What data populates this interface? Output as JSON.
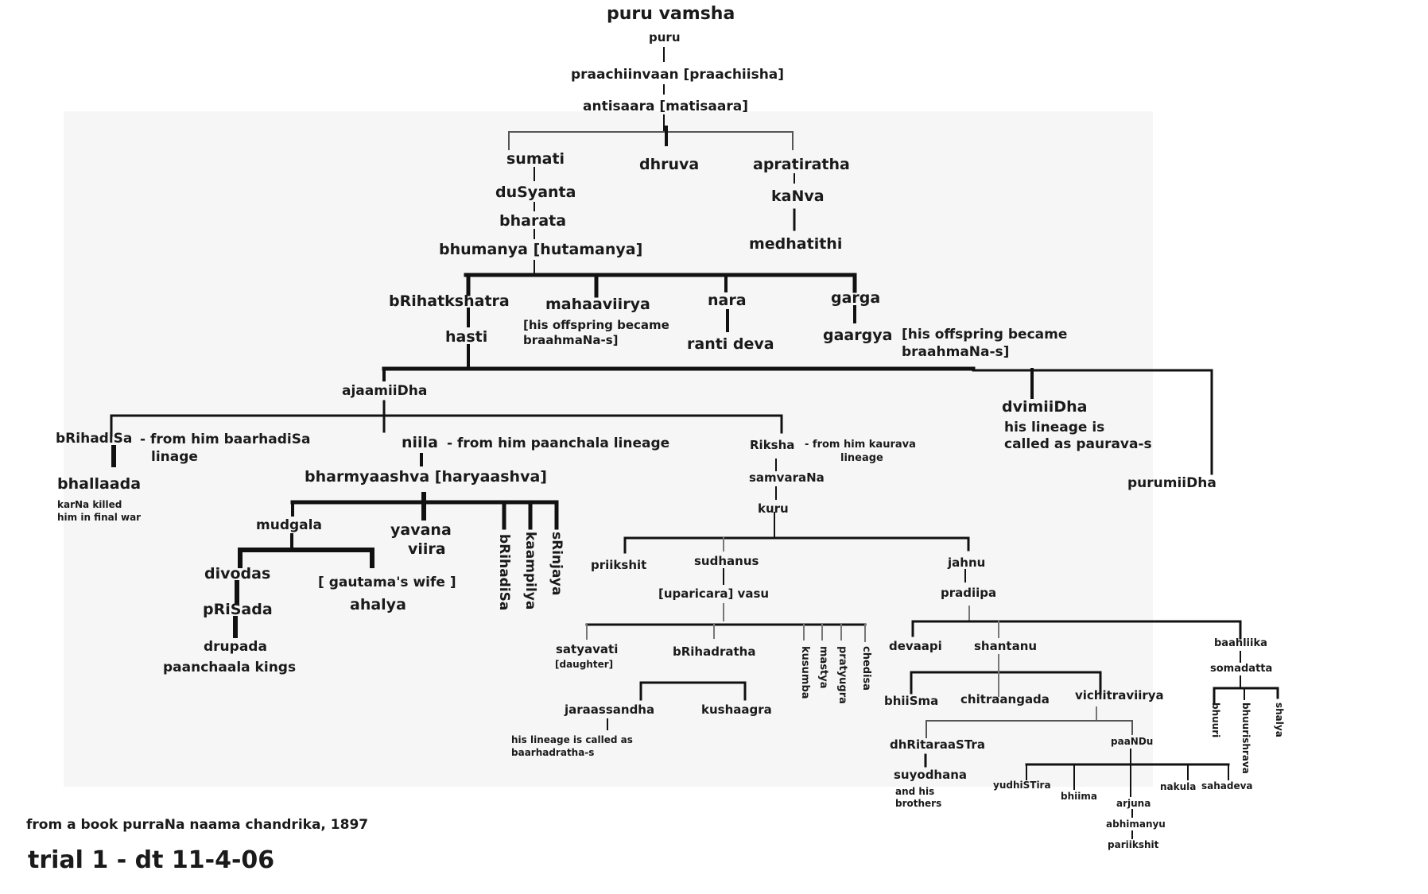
{
  "title": "puru vamsha",
  "nodes": {
    "puru": "puru",
    "praachiinvaan": "praachiinvaan [praachiisha]",
    "antisaara": "antisaara [matisaara]",
    "sumati": "sumati",
    "dhruva": "dhruva",
    "apratiratha": "apratiratha",
    "dusyanta": "duSyanta",
    "kanva": "kaNva",
    "bharata": "bharata",
    "medhatithi": "medhatithi",
    "bhumanya": "bhumanya [hutamanya]",
    "brihatkshatra": "bRihatkshatra",
    "mahaaviirya": "mahaaviirya",
    "nara": "nara",
    "garga": "garga",
    "hasti": "hasti",
    "ranti_deva": "ranti deva",
    "gaargya": "gaargya",
    "ajaamiidha": "ajaamiiDha",
    "dvimiidha": "dvimiiDha",
    "purumiidha": "purumiiDha",
    "brihadisa": "bRihadiSa",
    "niila": "niila",
    "riksha": "Riksha",
    "bhallaada": "bhallaada",
    "bharmyaashva": "bharmyaashva [haryaashva]",
    "samvarana": "samvaraNa",
    "kuru": "kuru",
    "mudgala": "mudgala",
    "yavana": "yavana",
    "viira": "viira",
    "brihadisa2": "bRihadiSa",
    "kaampilya": "kaampilya",
    "srinjaya": "sRinjaya",
    "divodas": "divodas",
    "gautamas_wife": "[ gautama's wife ]",
    "ahalya": "ahalya",
    "prisada": "pRiSada",
    "drupada": "drupada",
    "paanchaala_kings": "paanchaala kings",
    "priikshit": "priikshit",
    "sudhanus": "sudhanus",
    "jahnu": "jahnu",
    "uparicara_vasu": "[uparicara] vasu",
    "pradiipa": "pradiipa",
    "satyavati": "satyavati",
    "daughter": "[daughter]",
    "brihadratha": "bRihadratha",
    "kusumba": "kusumba",
    "mastya": "mastya",
    "pratyugra": "pratyugra",
    "chedisa": "chedisa",
    "jaraassandha": "jaraassandha",
    "kushaagra": "kushaagra",
    "devaapi": "devaapi",
    "shantanu": "shantanu",
    "baahliika": "baahliika",
    "somadatta": "somadatta",
    "bhuuri": "bhuuri",
    "bhuurishrava": "bhuurishrava",
    "shalya": "shalya",
    "bhiisma": "bhiiSma",
    "chitraangada": "chitraangada",
    "vichitraviirya": "vichitraviirya",
    "dhritaraastra": "dhRitaraaSTra",
    "paandu": "paaNDu",
    "suyodhana": "suyodhana",
    "yudhistira": "yudhiSTira",
    "bhiima": "bhiima",
    "arjuna": "arjuna",
    "nakula": "nakula",
    "sahadeva": "sahadeva",
    "abhimanyu": "abhimanyu",
    "pariikshit": "pariikshit"
  },
  "notes": {
    "mahaaviirya_1": "[his offspring became",
    "mahaaviirya_2": "braahmaNa-s]",
    "gaargya_1": "[his offspring became",
    "gaargya_2": "braahmaNa-s]",
    "dvimiidha_1": "his lineage is",
    "dvimiidha_2": "called as paurava-s",
    "brihadisa_1": "- from him baarhadiSa",
    "brihadisa_2": "linage",
    "niila": "- from him paanchala lineage",
    "riksha_1": "- from him kaurava",
    "riksha_2": "lineage",
    "bhallaada_1": "karNa killed",
    "bhallaada_2": "him in final war",
    "jaraassandha_1": "his lineage is called as",
    "jaraassandha_2": "baarhadratha-s",
    "suyodhana_1": "and his",
    "suyodhana_2": "brothers"
  },
  "footer": {
    "source": "from a book purraNa naama chandrika, 1897",
    "trial": "trial 1 - dt 11-4-06"
  }
}
